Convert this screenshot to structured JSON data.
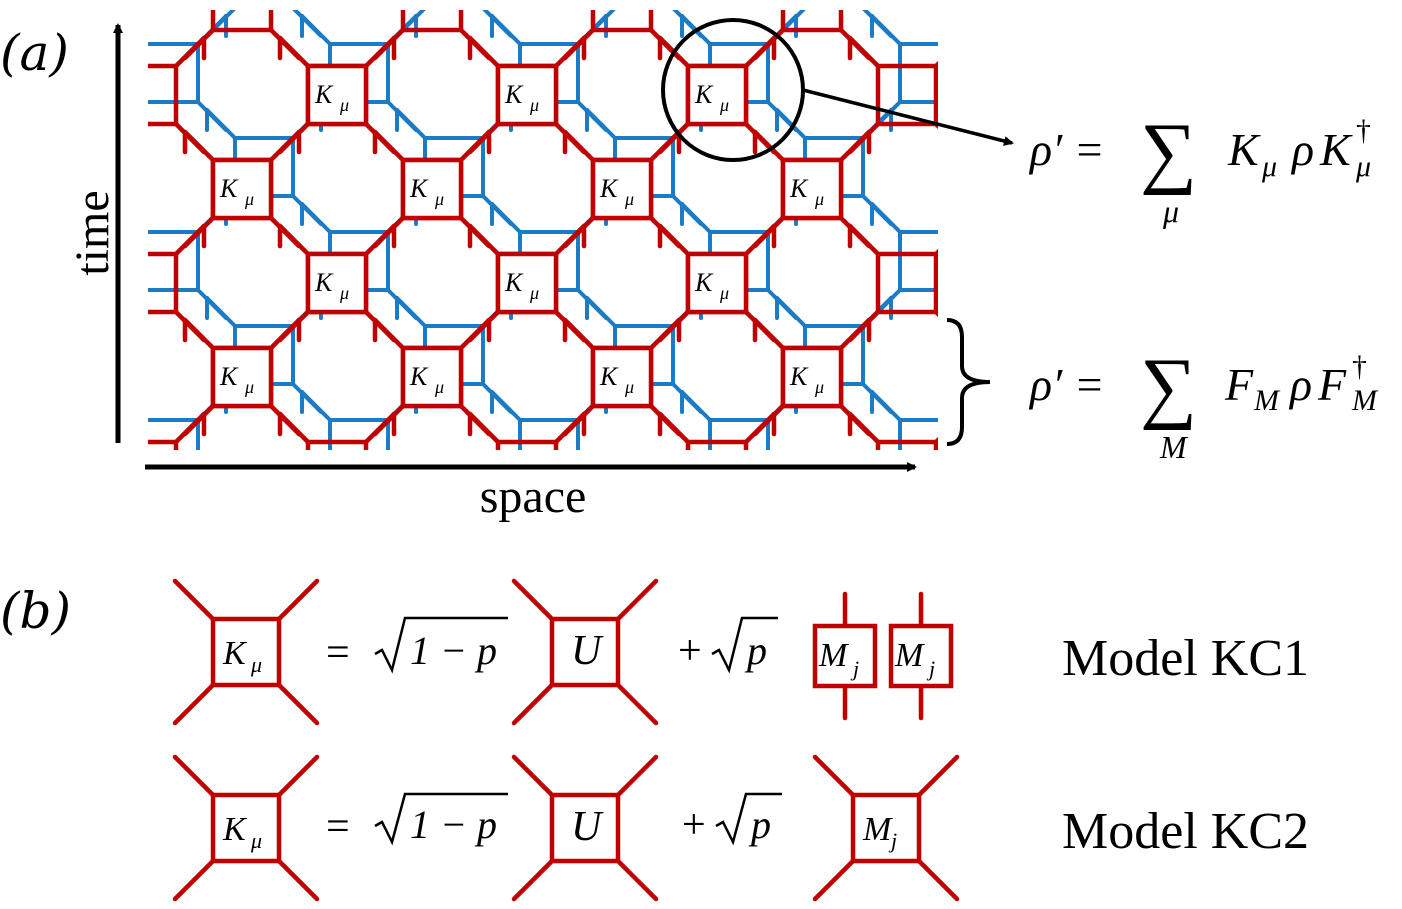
{
  "panel_a": {
    "label": "(a)",
    "axis_time": "time",
    "axis_space": "space",
    "gate_label": "K",
    "gate_sub": "μ",
    "eq_top": {
      "lhs": "ρ′ =",
      "sum": "∑",
      "sub": "μ",
      "rhs_k": "K",
      "rhs_mu": "μ",
      "rhs_rho": "ρ",
      "rhs_k2": "K",
      "rhs_dag": "†",
      "rhs_mu2": "μ"
    },
    "eq_bottom": {
      "lhs": "ρ′ =",
      "sum": "∑",
      "sub": "M",
      "rhs_f": "F",
      "rhs_m": "M",
      "rhs_rho": "ρ",
      "rhs_f2": "F",
      "rhs_dag": "†",
      "rhs_m2": "M"
    }
  },
  "panel_b": {
    "label": "(b)",
    "sqrt_1mp": "1 − p",
    "sqrt_p": "p",
    "eq": "=",
    "plus": "+",
    "u_label": "U",
    "m_label": "M",
    "m_sub": "j",
    "model1": "Model KC1",
    "model2": "Model KC2"
  },
  "colors": {
    "red": "#c00000",
    "blue": "#1b7bc4",
    "black": "#000000"
  }
}
